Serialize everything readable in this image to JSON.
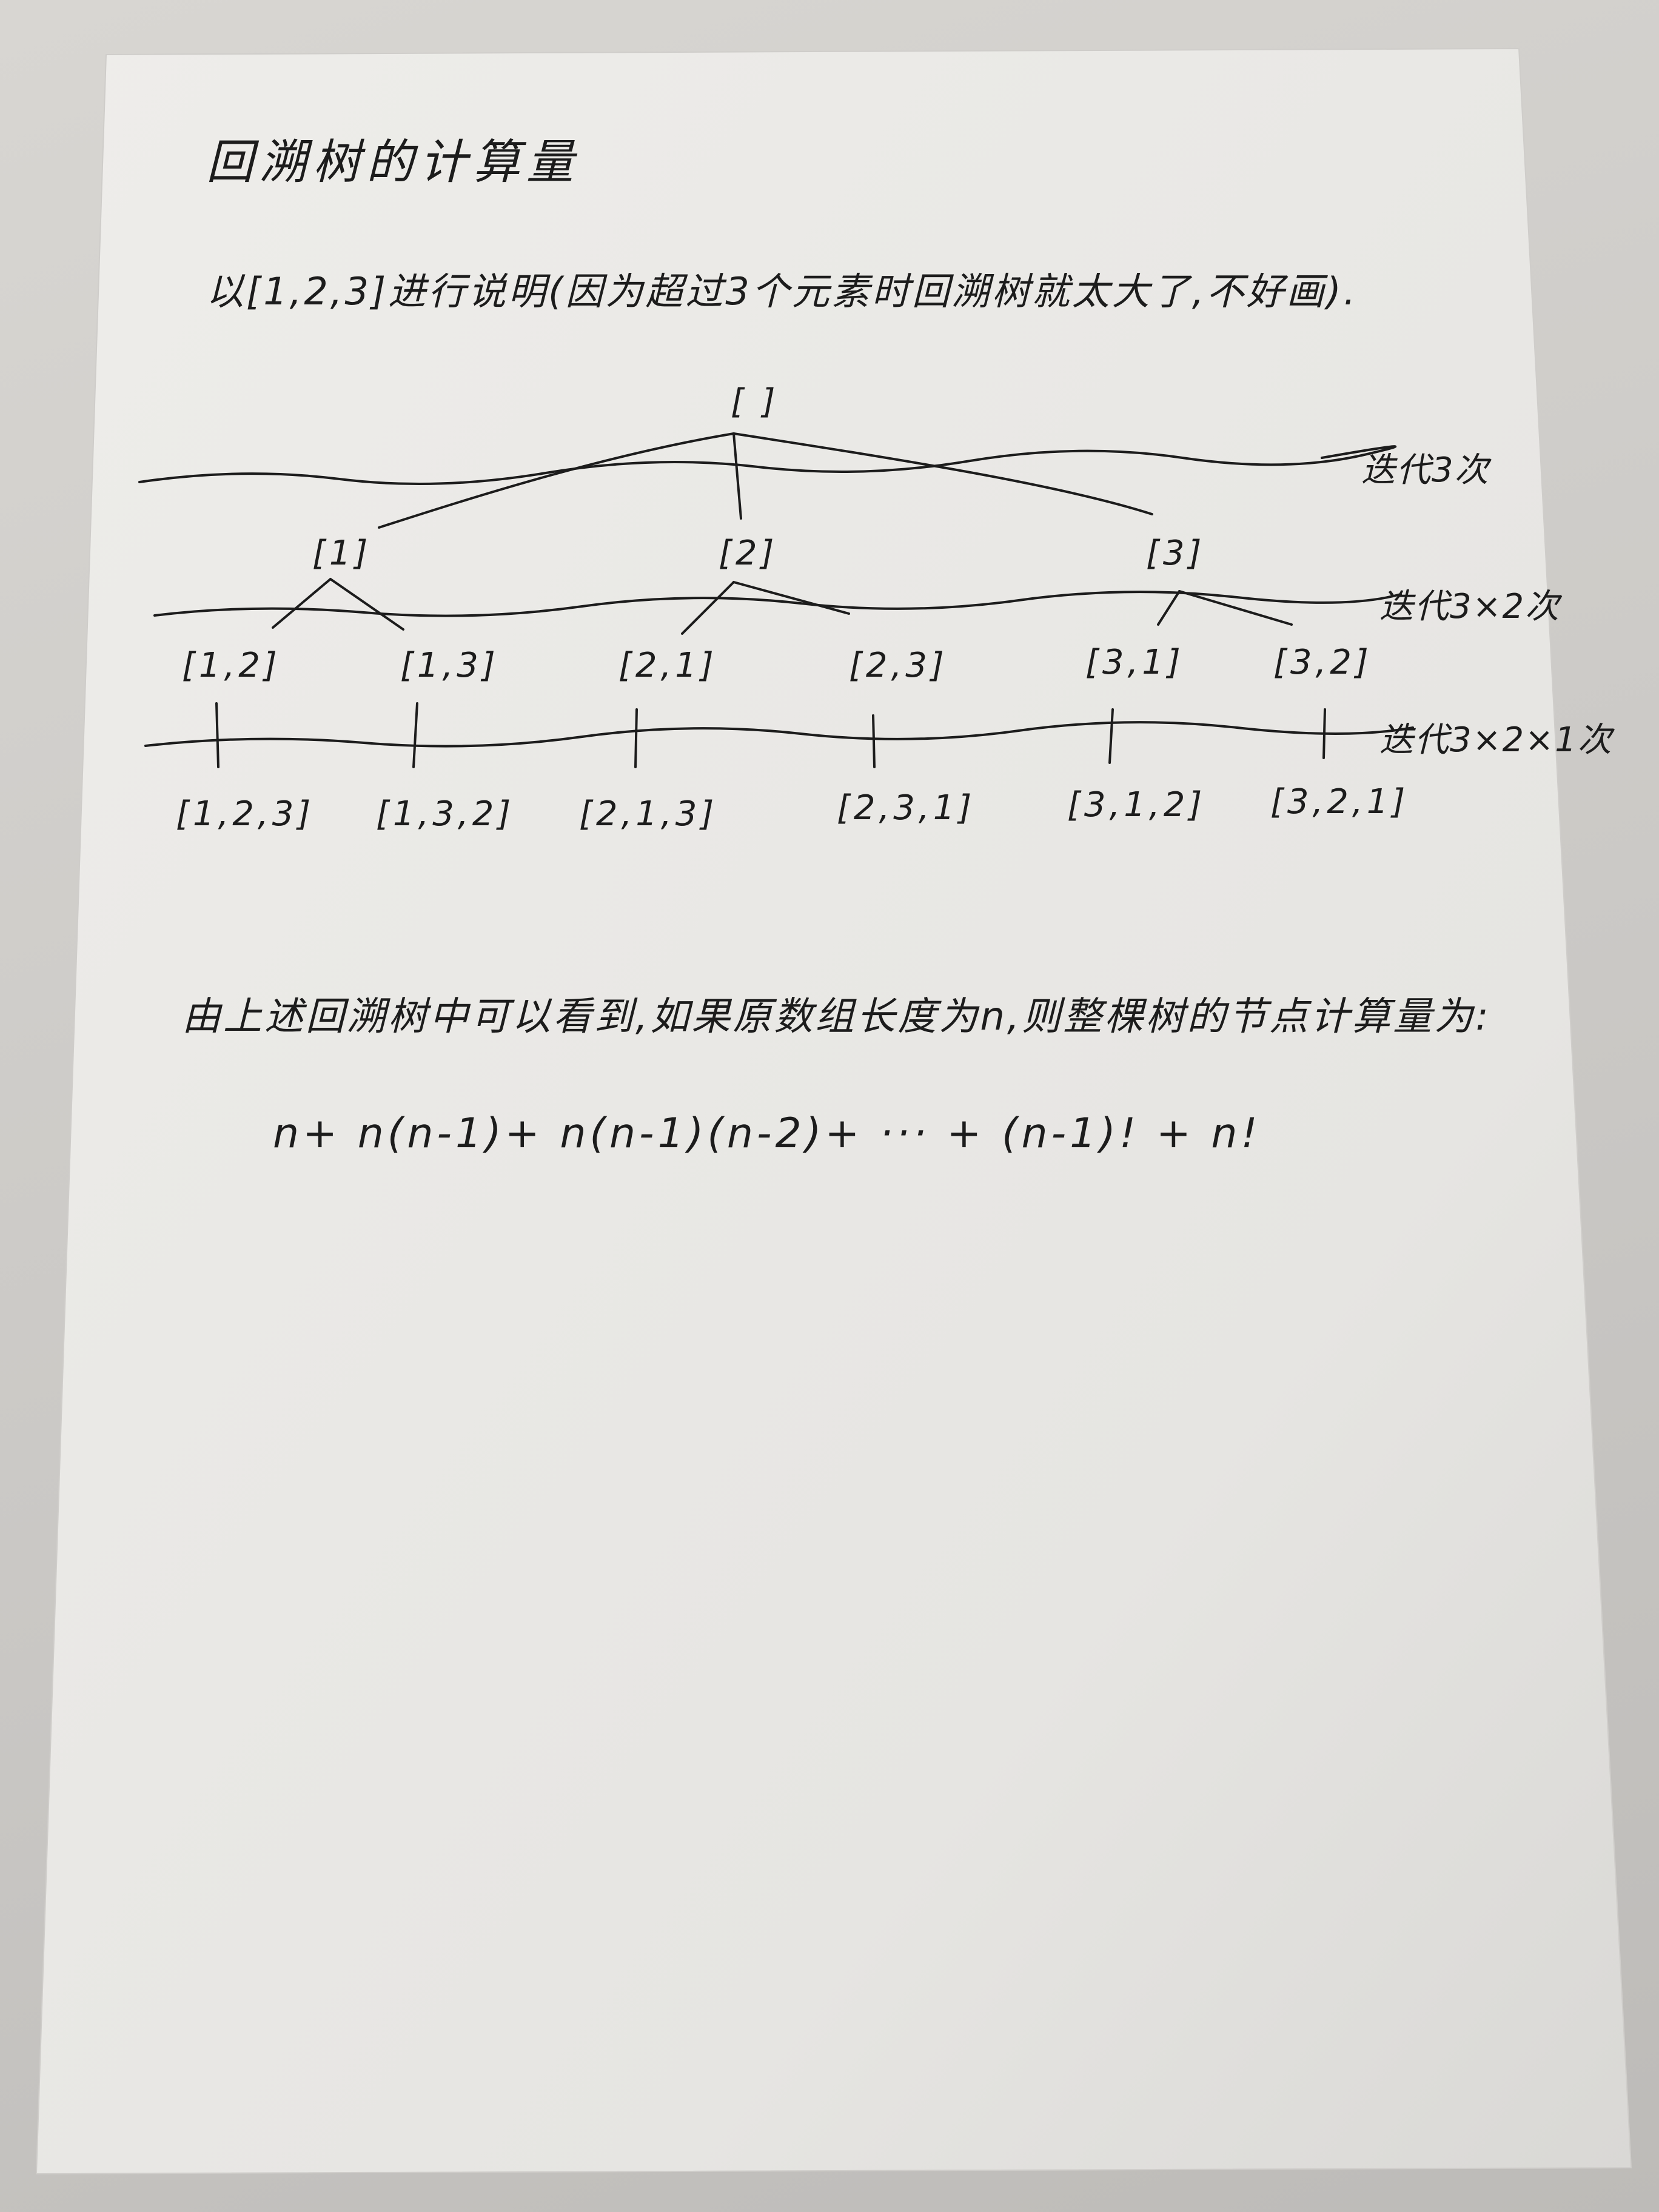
{
  "title": "回溯树的计算量",
  "intro": "以[1,2,3]进行说明(因为超过3个元素时回溯树就太大了,不好画).",
  "tree": {
    "root": "[ ]",
    "level1": [
      "[1]",
      "[2]",
      "[3]"
    ],
    "level2": [
      "[1,2]",
      "[1,3]",
      "[2,1]",
      "[2,3]",
      "[3,1]",
      "[3,2]"
    ],
    "level3": [
      "[1,2,3]",
      "[1,3,2]",
      "[2,1,3]",
      "[2,3,1]",
      "[3,1,2]",
      "[3,2,1]"
    ],
    "iterations": [
      "迭代3次",
      "迭代3×2次",
      "迭代3×2×1次"
    ]
  },
  "conclusion": "由上述回溯树中可以看到,如果原数组长度为n,则整棵树的节点计算量为:",
  "formula": "n+ n(n-1)+ n(n-1)(n-2)+ ··· + (n-1)! + n!",
  "colors": {
    "paper": "#ecebe8",
    "ink": "#1c1c1c",
    "background": "#c9c7c4"
  }
}
